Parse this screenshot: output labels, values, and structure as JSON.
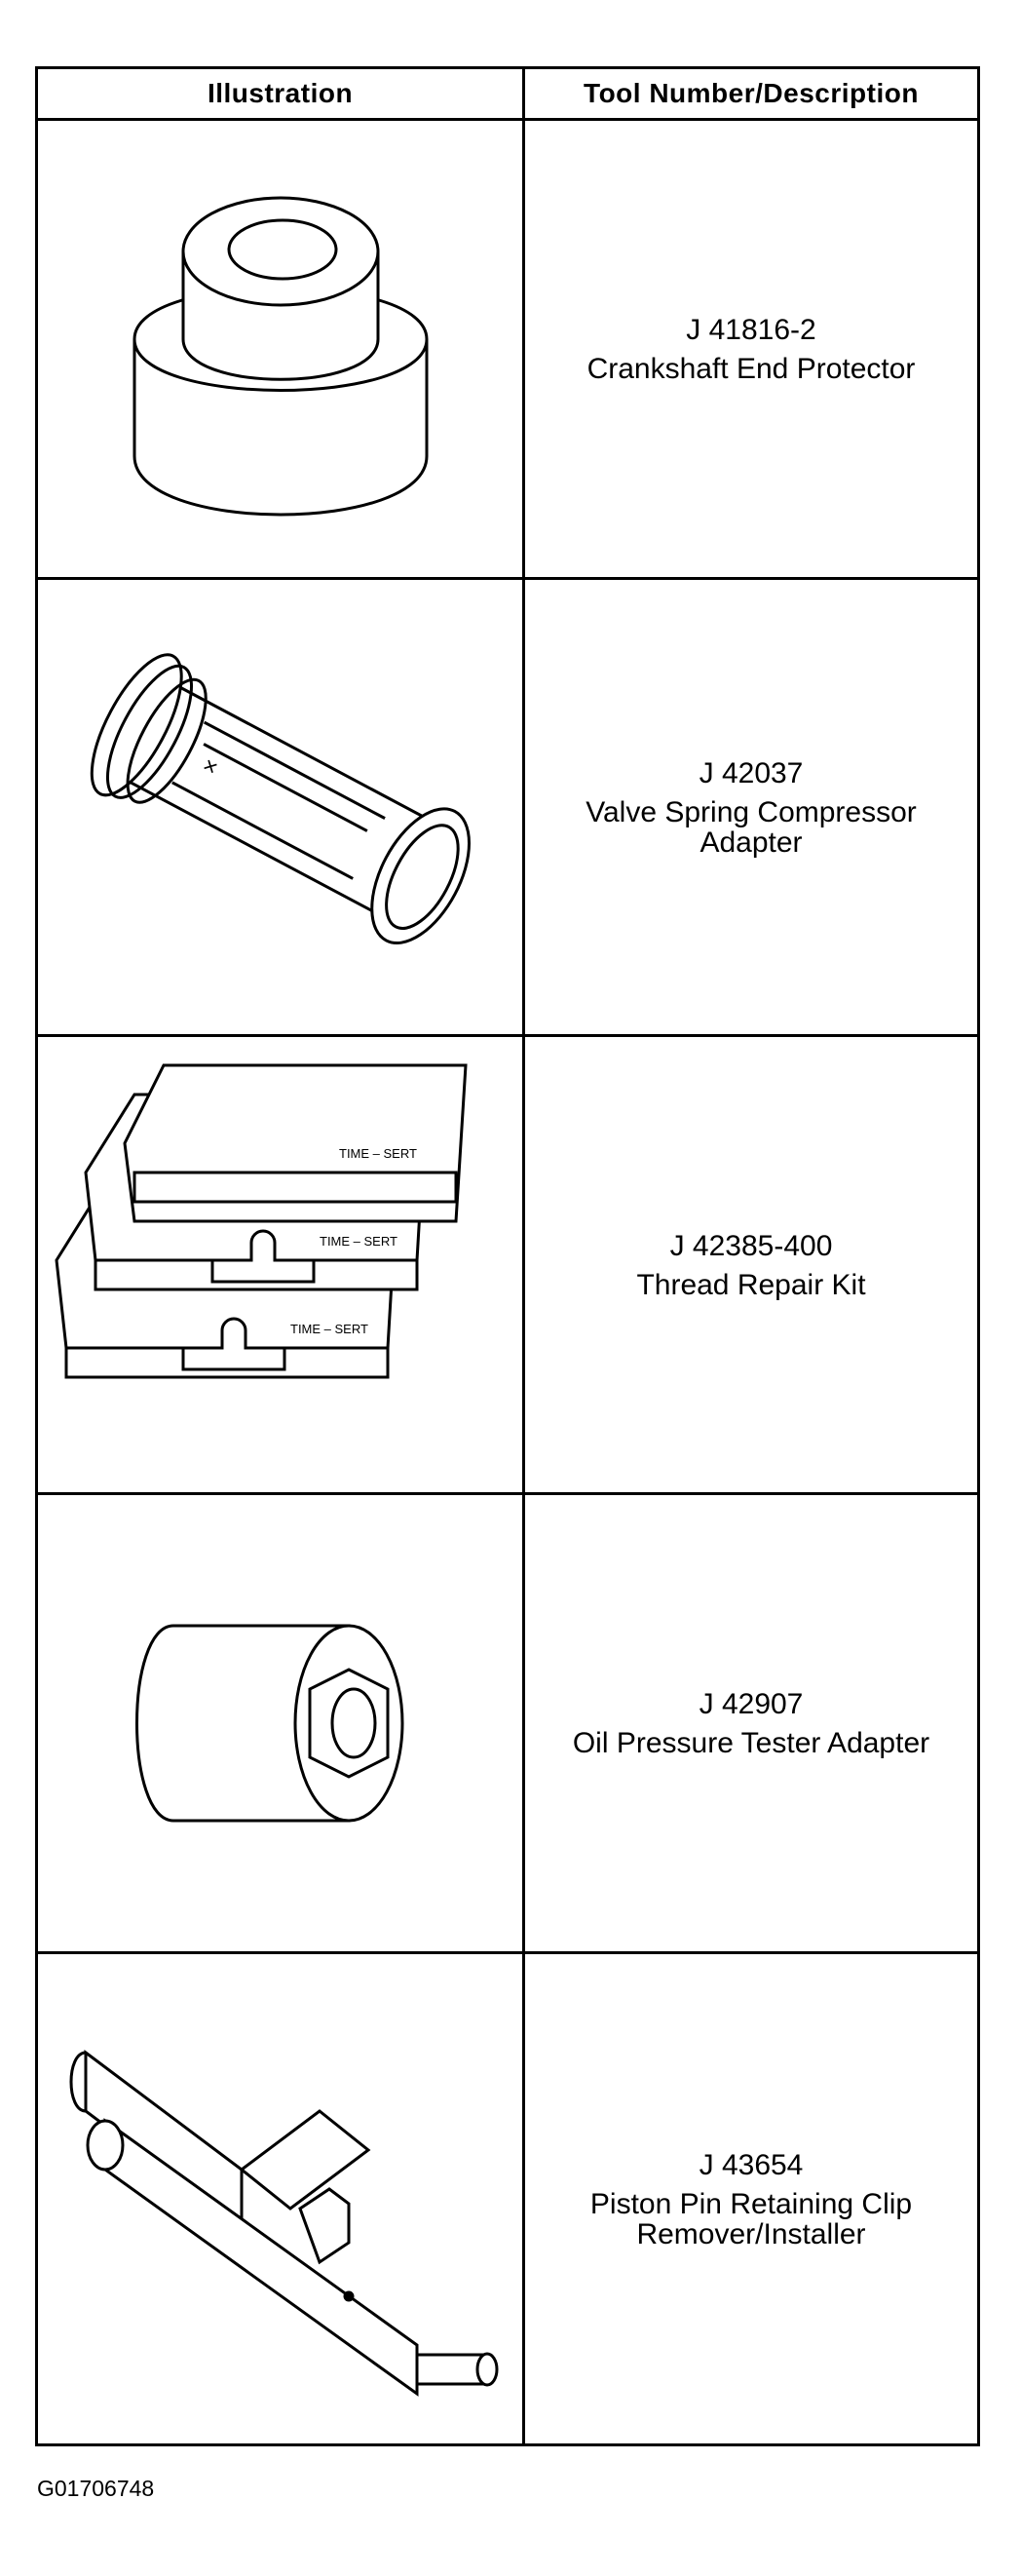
{
  "table": {
    "headers": [
      "Illustration",
      "Tool Number/Description"
    ],
    "rows": [
      {
        "number": "J 41816-2",
        "description": "Crankshaft End Protector",
        "icon": "crankshaft-end-protector-illustration"
      },
      {
        "number": "J 42037",
        "description": "Valve Spring Compressor\nAdapter",
        "icon": "valve-spring-compressor-adapter-illustration"
      },
      {
        "number": "J 42385-400",
        "description": "Thread Repair Kit",
        "icon": "thread-repair-kit-illustration",
        "box_label": "TIME – SERT"
      },
      {
        "number": "J 42907",
        "description": "Oil Pressure Tester Adapter",
        "icon": "oil-pressure-tester-adapter-illustration"
      },
      {
        "number": "J 43654",
        "description": "Piston Pin Retaining Clip\nRemover/Installer",
        "icon": "piston-pin-clip-tool-illustration"
      }
    ]
  },
  "figure_id": "G01706748"
}
